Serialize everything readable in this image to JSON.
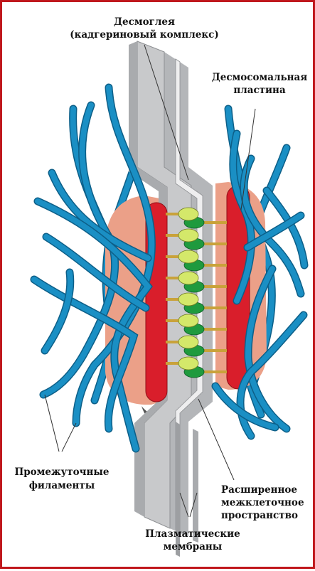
{
  "labels": {
    "desmoglein_line1": "Десмоглея",
    "desmoglein_line2": "(кадгериновый  комплекс)",
    "plaque_line1": "Десмосомальная",
    "plaque_line2": "пластина",
    "filaments_line1": "Промежуточные",
    "filaments_line2": "филаменты",
    "space_line1": "Расширенное",
    "space_line2": "межклеточное",
    "space_line3": "пространство",
    "membranes_line1": "Плазматические",
    "membranes_line2": "мембраны"
  },
  "colors": {
    "frame": "#c0181d",
    "filament": "#1a8fc4",
    "filament_dark": "#0d5f88",
    "plaque": "#d91e2b",
    "plaque_halo": "#eba088",
    "membrane": "#c8c9cb",
    "membrane_edge": "#8e9093",
    "intercellular_space": "#eeeeef",
    "cadherin_light": "#d4e86a",
    "cadherin_dark": "#1f9a3e",
    "linker": "#c9a23a"
  }
}
